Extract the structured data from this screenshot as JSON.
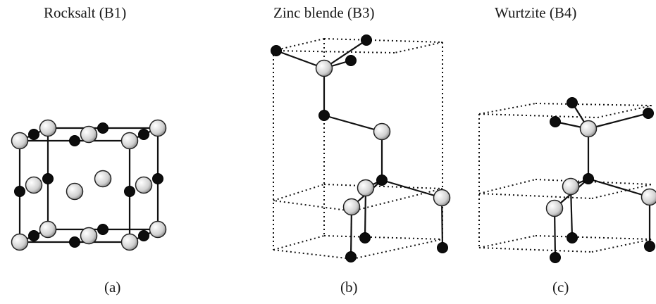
{
  "panels": [
    {
      "title": "Rocksalt (B1)",
      "caption": "(a)"
    },
    {
      "title": "Zinc blende (B3)",
      "caption": "(b)"
    },
    {
      "title": "Wurtzite (B4)",
      "caption": "(c)"
    }
  ]
}
